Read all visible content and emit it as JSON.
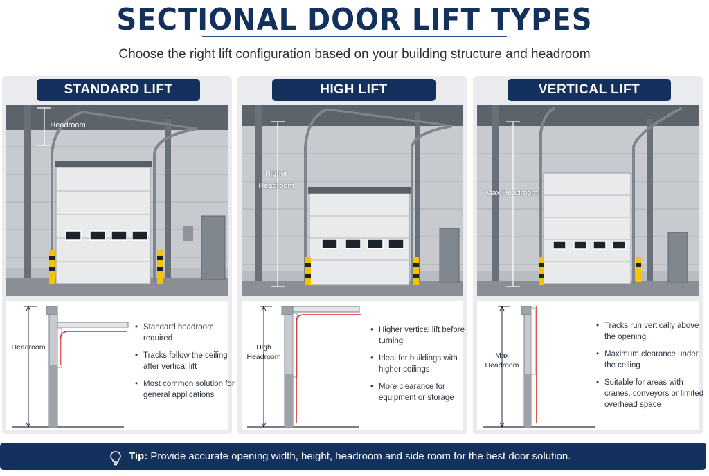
{
  "title": "SECTIONAL DOOR LIFT TYPES",
  "subtitle": "Choose the right lift configuration based on your building structure and headroom",
  "panels": [
    {
      "name": "STANDARD LIFT",
      "photo_label": "Headroom",
      "diagram_label": "Headroom",
      "bullets": [
        "Standard headroom required",
        "Tracks follow the ceiling after vertical lift",
        "Most common solution for general applications"
      ]
    },
    {
      "name": "HIGH LIFT",
      "photo_label": "Higher Headroom",
      "diagram_label": "High Headroom",
      "bullets": [
        "Higher vertical lift before turning",
        "Ideal for buildings with higher ceilings",
        "More clearance for equipment or storage"
      ]
    },
    {
      "name": "VERTICAL LIFT",
      "photo_label": "Max Headroom",
      "diagram_label": "Max Headroom",
      "bullets": [
        "Tracks run vertically above the opening",
        "Maximum clearance under the ceiling",
        "Suitable for areas with cranes, conveyors or limited overhead space"
      ]
    }
  ],
  "tip": {
    "label": "Tip:",
    "text": "Provide accurate opening width, height, headroom and side room for the best door solution."
  },
  "colors": {
    "navy": "#14305c",
    "track": "#d62b2b",
    "safety_yellow": "#f2c400",
    "wall": "#c3c6cb"
  },
  "icons": {
    "tip": "lightbulb-icon"
  }
}
